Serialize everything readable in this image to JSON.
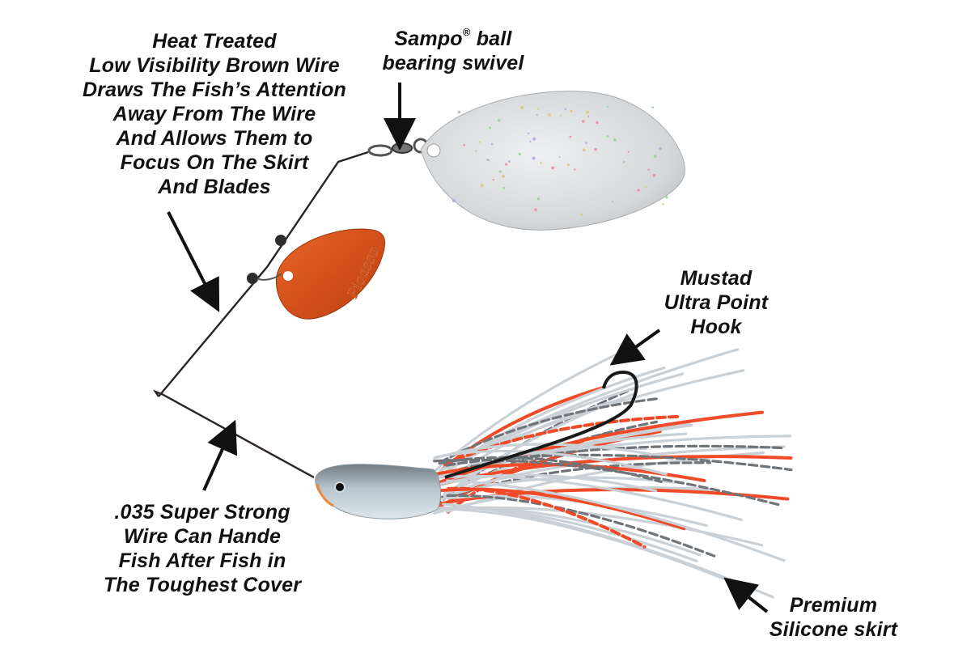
{
  "title": "Spinnerbait feature callouts",
  "callouts": {
    "wire": {
      "lines": [
        "Heat Treated",
        "Low Visibility Brown Wire",
        "Draws The Fish’s Attention",
        "Away From The Wire",
        "And Allows Them to",
        "Focus On The Skirt",
        "And Blades"
      ]
    },
    "swivel": {
      "brand": "Sampo",
      "registered_mark": "®",
      "line1_rest": " ball",
      "line2": "bearing swivel"
    },
    "strong_wire": {
      "lines": [
        ".035 Super Strong",
        "Wire Can Hande",
        "Fish After Fish in",
        "The Toughest Cover"
      ]
    },
    "hook": {
      "lines": [
        "Mustad",
        "Ultra Point",
        "Hook"
      ]
    },
    "skirt": {
      "lines": [
        "Premium",
        "Silicone skirt"
      ]
    }
  },
  "blade_brand_text": "Picasso",
  "colors": {
    "background": "#ffffff",
    "text": "#111111",
    "orange_blade": "#d9541e",
    "silver_blade": "#d6d8da",
    "skirt_red": "#f04a28",
    "head": "#aebcc6"
  }
}
